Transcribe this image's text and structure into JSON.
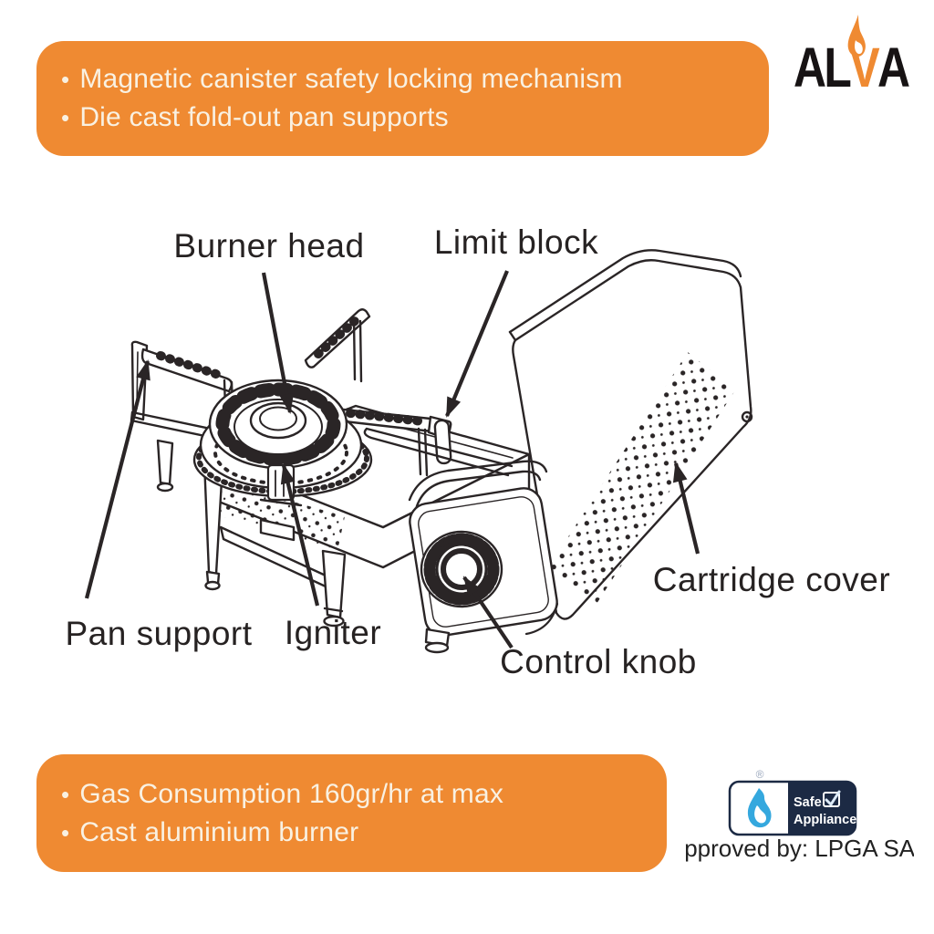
{
  "glyphs": {
    "bullet": "•"
  },
  "colors": {
    "orange": "#EF8A32",
    "banner_text": "#F9F1E2",
    "line_art": "#2A2526",
    "badge_navy": "#1C2A44",
    "badge_flame_blue": "#35A8DE"
  },
  "brand": {
    "name": "ALVA",
    "letters_1": "AL",
    "letter_accent": "V",
    "letters_2": "A"
  },
  "top_banner": {
    "bullets": [
      "Magnetic canister safety locking mechanism",
      "Die cast fold-out pan supports"
    ]
  },
  "bottom_banner": {
    "bullets": [
      "Gas Consumption 160gr/hr at max",
      "Cast aluminium burner"
    ]
  },
  "diagram": {
    "labels": {
      "burner_head": "Burner head",
      "limit_block": "Limit block",
      "pan_support": "Pan support",
      "igniter": "Igniter",
      "control_knob": "Control knob",
      "cartridge_cover": "Cartridge cover"
    }
  },
  "certification": {
    "registered_mark": "®",
    "badge_line1": "Safe",
    "badge_line2": "Appliance",
    "approved_text": "Approved by: LPGA SA"
  }
}
